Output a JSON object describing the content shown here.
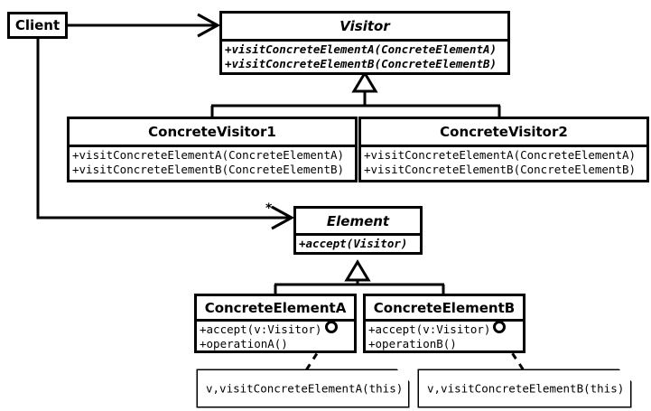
{
  "diagram": {
    "title": "Visitor design pattern UML class diagram",
    "stroke_color": "#000000",
    "background_color": "#ffffff"
  },
  "client": {
    "label": "Client"
  },
  "classes": {
    "visitor": {
      "name": "Visitor",
      "abstract": true,
      "methods": [
        "+visitConcreteElementA(ConcreteElementA)",
        "+visitConcreteElementB(ConcreteElementB)"
      ]
    },
    "concrete_visitor_1": {
      "name": "ConcreteVisitor1",
      "abstract": false,
      "methods": [
        "+visitConcreteElementA(ConcreteElementA)",
        "+visitConcreteElementB(ConcreteElementB)"
      ]
    },
    "concrete_visitor_2": {
      "name": "ConcreteVisitor2",
      "abstract": false,
      "methods": [
        "+visitConcreteElementA(ConcreteElementA)",
        "+visitConcreteElementB(ConcreteElementB)"
      ]
    },
    "element": {
      "name": "Element",
      "abstract": true,
      "methods": [
        "+accept(Visitor)"
      ]
    },
    "concrete_element_a": {
      "name": "ConcreteElementA",
      "abstract": false,
      "methods": [
        "+accept(v:Visitor)",
        "+operationA()"
      ]
    },
    "concrete_element_b": {
      "name": "ConcreteElementB",
      "abstract": false,
      "methods": [
        "+accept(v:Visitor)",
        "+operationB()"
      ]
    }
  },
  "notes": {
    "note_a": {
      "text": "v,visitConcreteElementA(this)"
    },
    "note_b": {
      "text": "v,visitConcreteElementB(this)"
    }
  },
  "associations": {
    "client_to_element_multiplicity": "*"
  }
}
